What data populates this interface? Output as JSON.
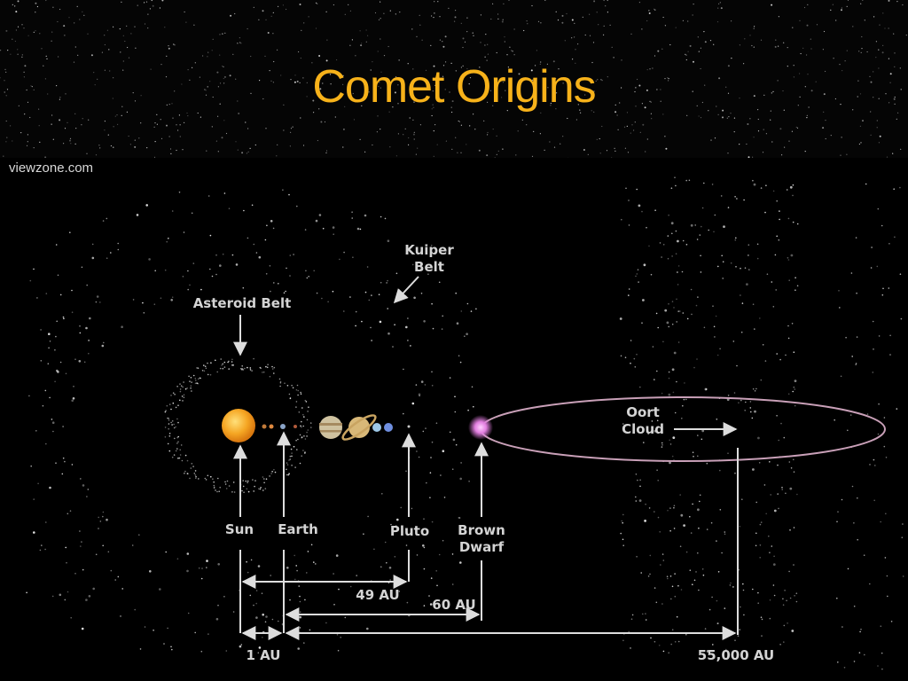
{
  "slide": {
    "title": "Comet Origins",
    "source": "viewzone.com"
  },
  "diagram": {
    "labels": {
      "kuiper_belt": [
        "Kuiper",
        "Belt"
      ],
      "asteroid_belt": "Asteroid Belt",
      "oort_cloud": [
        "Oort",
        "Cloud"
      ],
      "sun": "Sun",
      "earth": "Earth",
      "pluto": "Pluto",
      "brown_dwarf": [
        "Brown",
        "Dwarf"
      ]
    },
    "distances": {
      "pluto": "49 AU",
      "brown_dwarf": "60 AU",
      "earth": "1 AU",
      "oort_cloud": "55,000 AU"
    }
  },
  "colors": {
    "title": "#f7b21a",
    "sun": "#f5a623",
    "oort_ring": "#c9a0b8",
    "brown_dwarf": "#e27ee0"
  }
}
